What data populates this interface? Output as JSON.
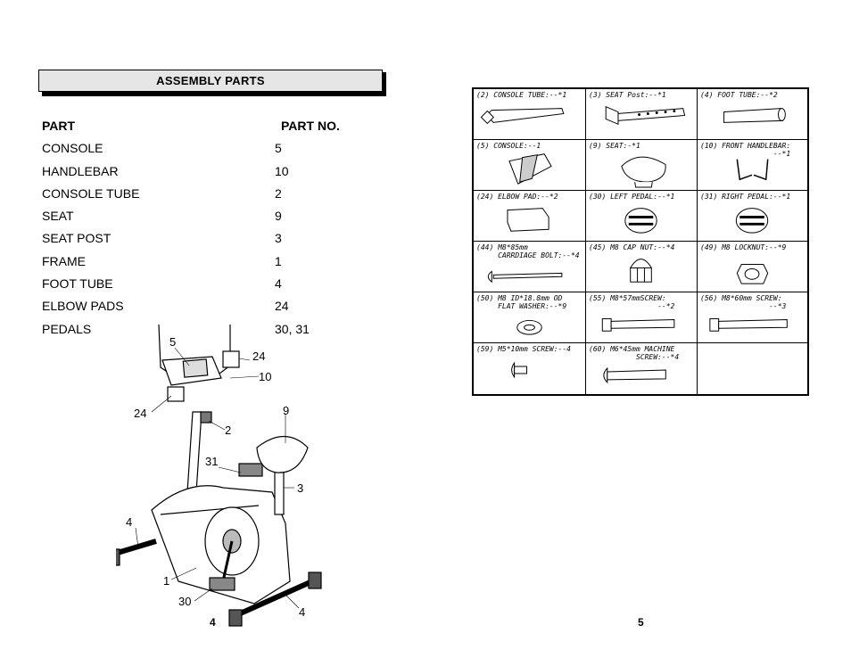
{
  "header": {
    "title": "ASSEMBLY PARTS"
  },
  "table": {
    "col_part": "PART",
    "col_no": "PART NO.",
    "rows": [
      {
        "name": "CONSOLE",
        "no": "5"
      },
      {
        "name": "HANDLEBAR",
        "no": "10"
      },
      {
        "name": "CONSOLE TUBE",
        "no": "2"
      },
      {
        "name": "SEAT",
        "no": "9"
      },
      {
        "name": "SEAT POST",
        "no": "3"
      },
      {
        "name": "FRAME",
        "no": "1"
      },
      {
        "name": "FOOT TUBE",
        "no": "4"
      },
      {
        "name": "ELBOW PADS",
        "no": "24"
      },
      {
        "name": "PEDALS",
        "no": "30, 31"
      }
    ]
  },
  "callouts": {
    "c5": "5",
    "c24a": "24",
    "c10": "10",
    "c24b": "24",
    "c9": "9",
    "c2": "2",
    "c31": "31",
    "c3": "3",
    "c4a": "4",
    "c1": "1",
    "c30": "30",
    "c4b": "4"
  },
  "pages": {
    "left": "4",
    "right": "5"
  },
  "parts": [
    {
      "label": "(2) CONSOLE TUBE:--*1",
      "icon": "console-tube-icon"
    },
    {
      "label": "(3) SEAT Post:--*1",
      "icon": "seat-post-icon"
    },
    {
      "label": "(4) FOOT TUBE:--*2",
      "icon": "foot-tube-icon"
    },
    {
      "label": "(5) CONSOLE:--1",
      "icon": "console-icon"
    },
    {
      "label": "(9) SEAT:-*1",
      "icon": "seat-icon"
    },
    {
      "label": "(10) FRONT HANDLEBAR:\n                 --*1",
      "icon": "handlebar-icon"
    },
    {
      "label": "(24) ELBOW PAD:--*2",
      "icon": "elbow-pad-icon"
    },
    {
      "label": "(30) LEFT PEDAL:--*1",
      "icon": "left-pedal-icon"
    },
    {
      "label": "(31) RIGHT PEDAL:--*1",
      "icon": "right-pedal-icon"
    },
    {
      "label": "(44) M8*85mm\n     CARRDIAGE BOLT:--*4",
      "icon": "carriage-bolt-icon"
    },
    {
      "label": "(45) M8 CAP NUT:--*4",
      "icon": "cap-nut-icon"
    },
    {
      "label": "(49) M8 LOCKNUT:--*9",
      "icon": "locknut-icon"
    },
    {
      "label": "(50) M8 ID*18.8mm OD\n     FLAT WASHER:--*9",
      "icon": "flat-washer-icon"
    },
    {
      "label": "(55) M8*57mmSCREW:\n                --*2",
      "icon": "screw-57-icon"
    },
    {
      "label": "(56) M8*60mm SCREW:\n                --*3",
      "icon": "screw-60-icon"
    },
    {
      "label": "(59) M5*10mm SCREW:--4",
      "icon": "screw-m5-icon"
    },
    {
      "label": "(60) M6*45mm MACHINE\n           SCREW:--*4",
      "icon": "machine-screw-icon"
    },
    {
      "label": "",
      "icon": ""
    }
  ]
}
